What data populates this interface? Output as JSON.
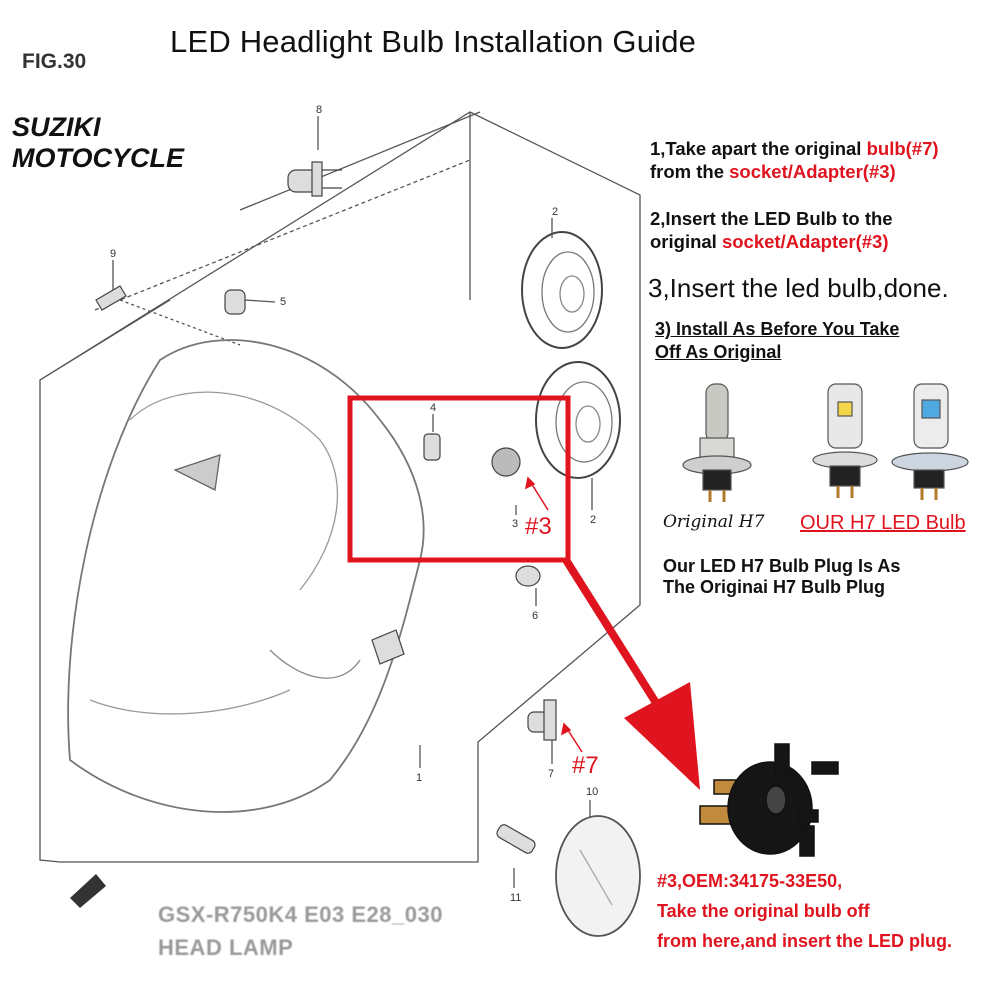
{
  "header": {
    "title": "LED Headlight Bulb Installation Guide",
    "fig_label": "FIG.30"
  },
  "brand": {
    "line1": "SUZIKI",
    "line2": "MOTOCYCLE"
  },
  "steps": {
    "step1_a": "1,Take apart the original ",
    "step1_b": "bulb(#7)",
    "step1_c": "from the ",
    "step1_d": "socket/Adapter(#3)",
    "step2_a": "2,Insert the LED Bulb to the",
    "step2_b": "original ",
    "step2_c": "socket/Adapter(#3)",
    "step3": "3,Insert the led bulb,done.",
    "step3_note_1": "3) Install As Before You Take",
    "step3_note_2": "Off As Original"
  },
  "comparison": {
    "original_caption": "Original H7",
    "led_caption": "OUR H7 LED Bulb",
    "plug_note_1": "Our LED H7 Bulb Plug Is As",
    "plug_note_2": "The Originai H7 Bulb Plug"
  },
  "callouts": {
    "part3": "#3",
    "part7": "#7"
  },
  "oem": {
    "line1": "#3,OEM:34175-33E50,",
    "line2": "Take the original bulb off",
    "line3": "from here,and insert the LED plug."
  },
  "model": {
    "line1": "GSX-R750K4 E03 E28_030",
    "line2": "HEAD LAMP"
  },
  "part_numbers": {
    "p1": "1",
    "p2a": "2",
    "p2b": "2",
    "p3": "3",
    "p4": "4",
    "p5": "5",
    "p6": "6",
    "p7": "7",
    "p8": "8",
    "p9": "9",
    "p10": "10",
    "p11": "11"
  },
  "colors": {
    "accent_red": "#e0141e",
    "line_gray": "#555555"
  },
  "icons": [
    "bulb-icon",
    "fwd-arrow-icon"
  ]
}
